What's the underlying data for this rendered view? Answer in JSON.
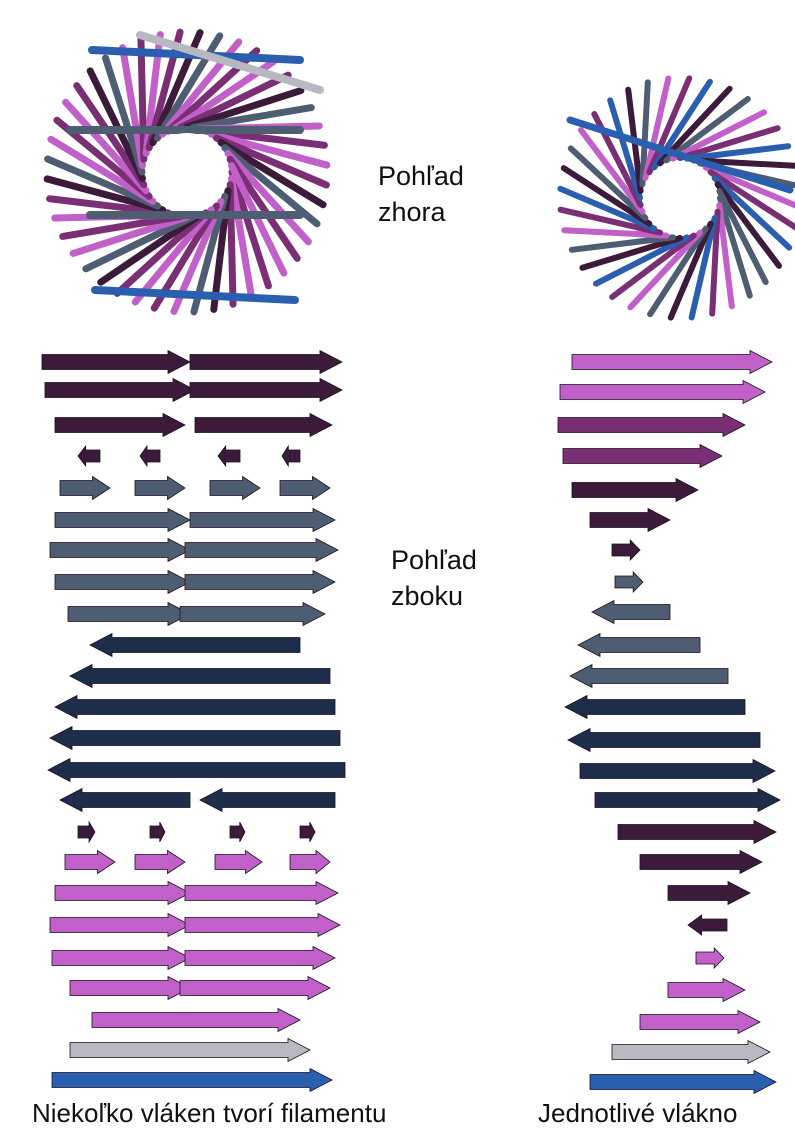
{
  "labels": {
    "top_view": "Pohľad\nzhora",
    "side_view": "Pohľad\nzboku"
  },
  "captions": {
    "multi_fibers": "Niekoľko vláken tvorí filamentu",
    "single_fiber": "Jednotlivé vlákno"
  },
  "colors": {
    "magenta": "#c060c8",
    "purple": "#7a2f74",
    "dark_purple": "#3c1a3a",
    "slate": "#4f5d72",
    "navy": "#1e2e4a",
    "blue": "#2a5fb0",
    "silver": "#b8b8c0"
  }
}
